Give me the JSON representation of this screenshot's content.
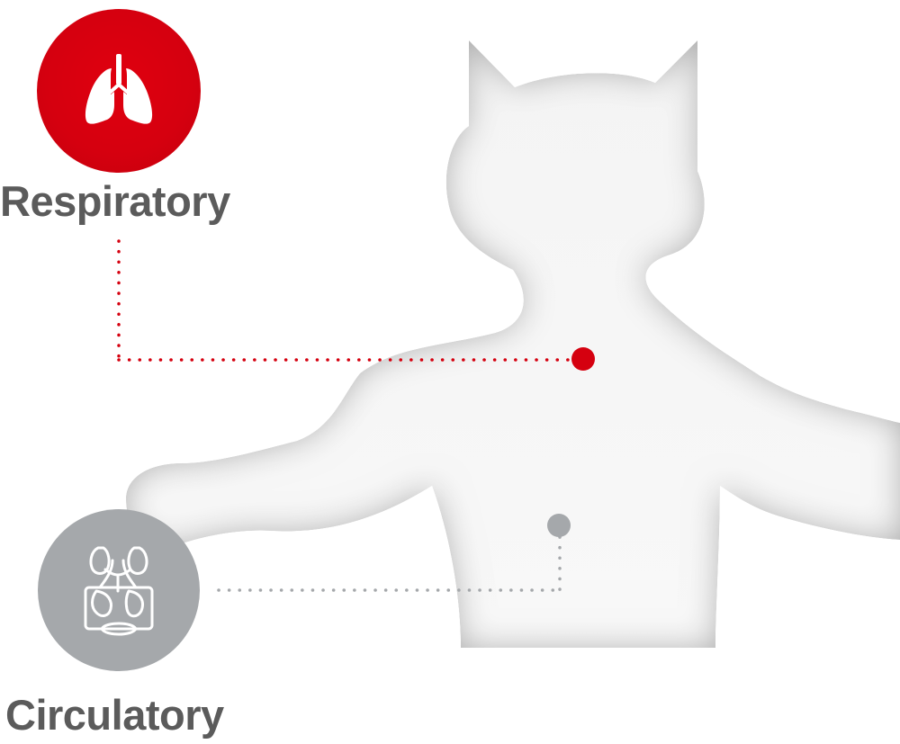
{
  "systems": [
    {
      "id": "respiratory",
      "label": "Respiratory",
      "color": "#d5000f",
      "icon": "lungs-icon",
      "active": true
    },
    {
      "id": "circulatory",
      "label": "Circulatory",
      "color": "#a5a8ab",
      "icon": "heart-vessels-icon",
      "active": false
    }
  ],
  "colors": {
    "active": "#d5000f",
    "inactive": "#a5a8ab",
    "label_text": "#5b5b5b",
    "silhouette_edge": "#c8c8c8",
    "silhouette_fill": "#ffffff"
  }
}
